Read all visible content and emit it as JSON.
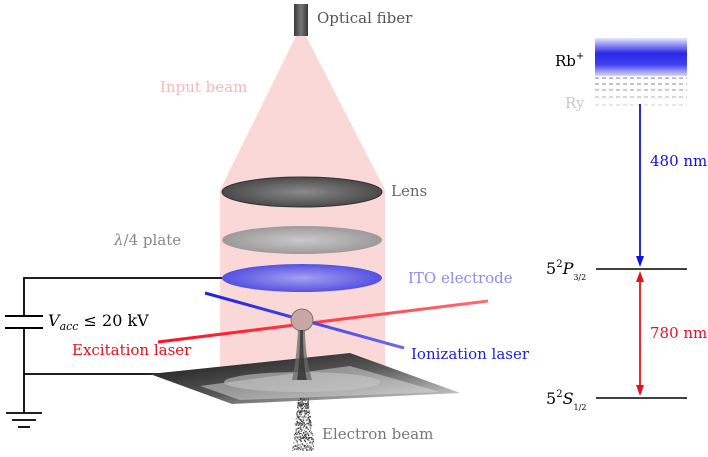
{
  "labels": {
    "optical_fiber": "Optical fiber",
    "input_beam": "Input beam",
    "lens": "Lens",
    "waveplate_lambda": "λ",
    "waveplate_rest": "/4 plate",
    "ito_electrode": "ITO electrode",
    "voltage_V": "V",
    "voltage_sub": "acc",
    "voltage_rest": " ≤ 20 kV",
    "excitation_laser": "Excitation laser",
    "ionization_laser": "Ionization laser",
    "electron_beam": "Electron beam"
  },
  "energy_levels": {
    "ion": "Rb",
    "ion_charge": "+",
    "rydberg": "Ry",
    "upper_transition": "480 nm",
    "lower_transition": "780 nm",
    "p_level_prefix": "5",
    "p_level_sup": "2",
    "p_level_letter": "P",
    "p_level_sub": "3/2",
    "s_level_prefix": "5",
    "s_level_sup": "2",
    "s_level_letter": "S",
    "s_level_sub": "1/2"
  },
  "colors": {
    "blue_laser": "#1010e8",
    "red_laser": "#e8101c",
    "input_beam": "#f7c9c9",
    "ito": "#5555f0",
    "ground": "#000000"
  }
}
